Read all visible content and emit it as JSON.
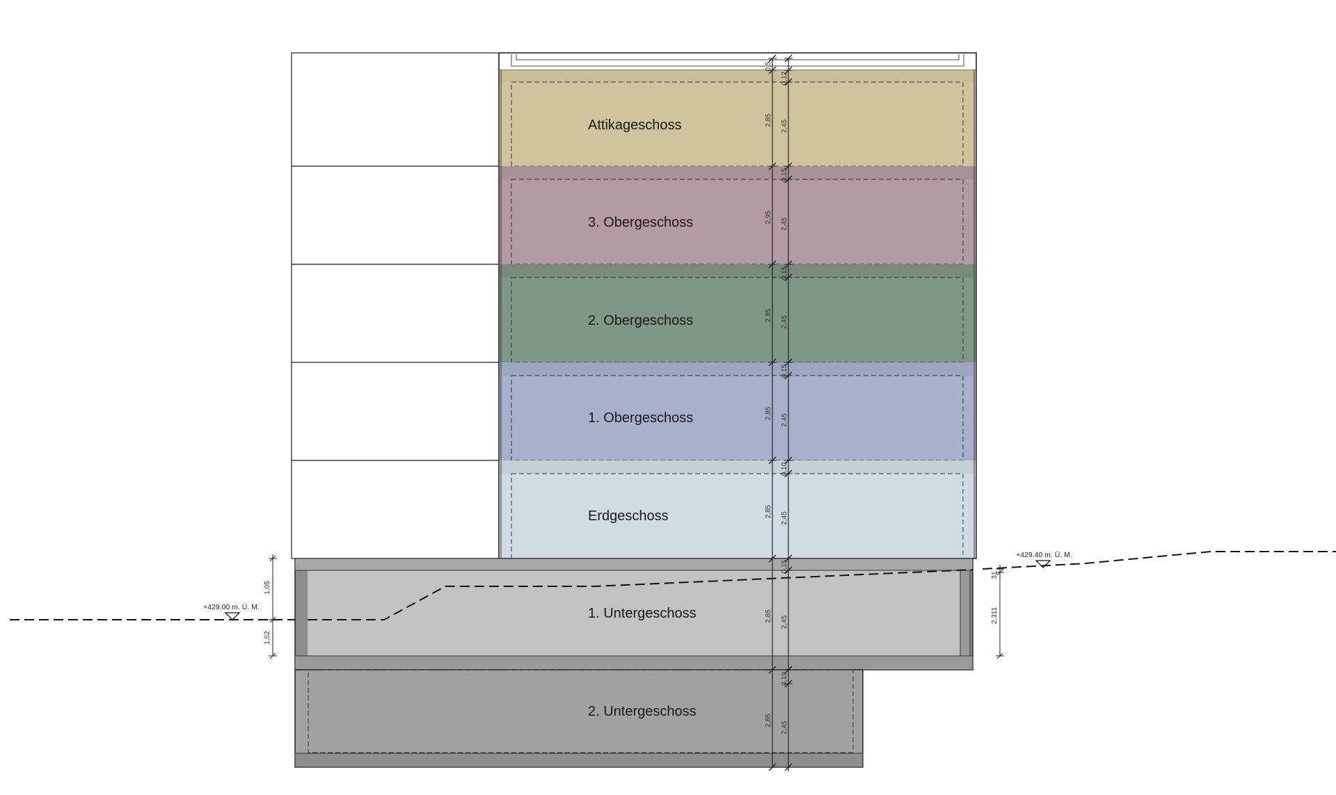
{
  "floors": [
    {
      "key": "attika",
      "label": "Attikageschoss",
      "color": "#cfc49b",
      "outer": "2,85",
      "inner": "2,45",
      "slab": "0,12",
      "top": "0,5"
    },
    {
      "key": "og3",
      "label": "3. Obergeschoss",
      "color": "#b39aa3",
      "outer": "2,95",
      "inner": "2,45",
      "slab": "0,15"
    },
    {
      "key": "og2",
      "label": "2. Obergeschoss",
      "color": "#7f9788",
      "outer": "2,85",
      "inner": "2,45",
      "slab": "0,15"
    },
    {
      "key": "og1",
      "label": "1. Obergeschoss",
      "color": "#a8b1cb",
      "outer": "2,85",
      "inner": "2,45",
      "slab": "0,15"
    },
    {
      "key": "eg",
      "label": "Erdgeschoss",
      "color": "#d0dce3",
      "outer": "2,85",
      "inner": "2,45",
      "slab": "0,10"
    },
    {
      "key": "ug1",
      "label": "1. Untergeschoss",
      "color": "#c2c2c2",
      "outer": "2,85",
      "inner": "2,45",
      "slab": "0,15"
    },
    {
      "key": "ug2",
      "label": "2. Untergeschoss",
      "color": "#a2a2a2",
      "outer": "2,85",
      "inner": "2,45",
      "slab": "0,19"
    }
  ],
  "levels": {
    "left": "+429.00 m. Ü. M.",
    "right": "+429.40 m. Ü. M."
  },
  "dimensions": {
    "left_upper": "1,05",
    "left_lower": "1,52",
    "right_upper": "31",
    "right_lower": "2,311"
  },
  "colors": {
    "slab_light": "#d9d9d9",
    "slab_dark": "#8e8e8e",
    "outline": "#222222"
  }
}
